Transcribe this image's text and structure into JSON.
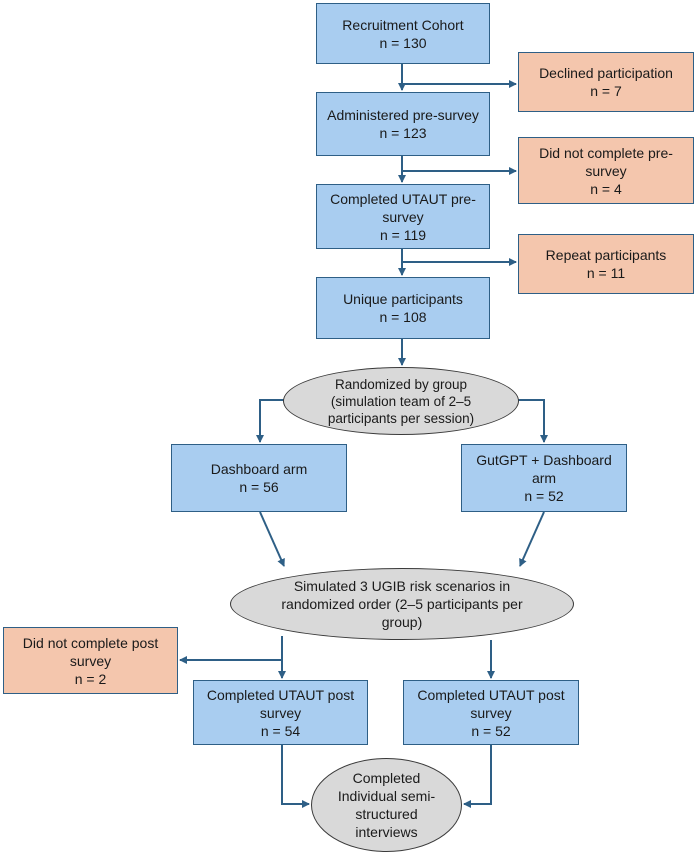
{
  "colors": {
    "main_box": "#a9cdf0",
    "excluded_box": "#f4c6ad",
    "oval": "#d9d9d9",
    "arrow": "#2e5f86"
  },
  "nodes": {
    "recruitment": {
      "title": "Recruitment Cohort",
      "count": "n = 130"
    },
    "declined": {
      "title": "Declined participation",
      "count": "n = 7"
    },
    "administered": {
      "title": "Administered pre-survey",
      "count": "n = 123"
    },
    "not_complete_pre": {
      "title": "Did not complete pre-survey",
      "count": "n = 4"
    },
    "completed_pre": {
      "title": "Completed UTAUT pre-survey",
      "count": "n = 119"
    },
    "repeat": {
      "title": "Repeat participants",
      "count": "n = 11"
    },
    "unique": {
      "title": "Unique participants",
      "count": "n = 108"
    },
    "randomized": {
      "title": "Randomized by group (simulation team of 2–5 participants per session)"
    },
    "dashboard_arm": {
      "title": "Dashboard arm",
      "count": "n = 56"
    },
    "gutgpt_arm": {
      "title": "GutGPT + Dashboard arm",
      "count": "n = 52"
    },
    "simulated": {
      "title": "Simulated 3 UGIB risk scenarios in randomized order (2–5 participants per group)"
    },
    "not_complete_post": {
      "title": "Did not complete post survey",
      "count": "n = 2"
    },
    "completed_post_left": {
      "title": "Completed UTAUT post survey",
      "count": "n = 54"
    },
    "completed_post_right": {
      "title": "Completed UTAUT post survey",
      "count": "n = 52"
    },
    "interviews": {
      "title": "Completed Individual semi-structured interviews"
    }
  }
}
